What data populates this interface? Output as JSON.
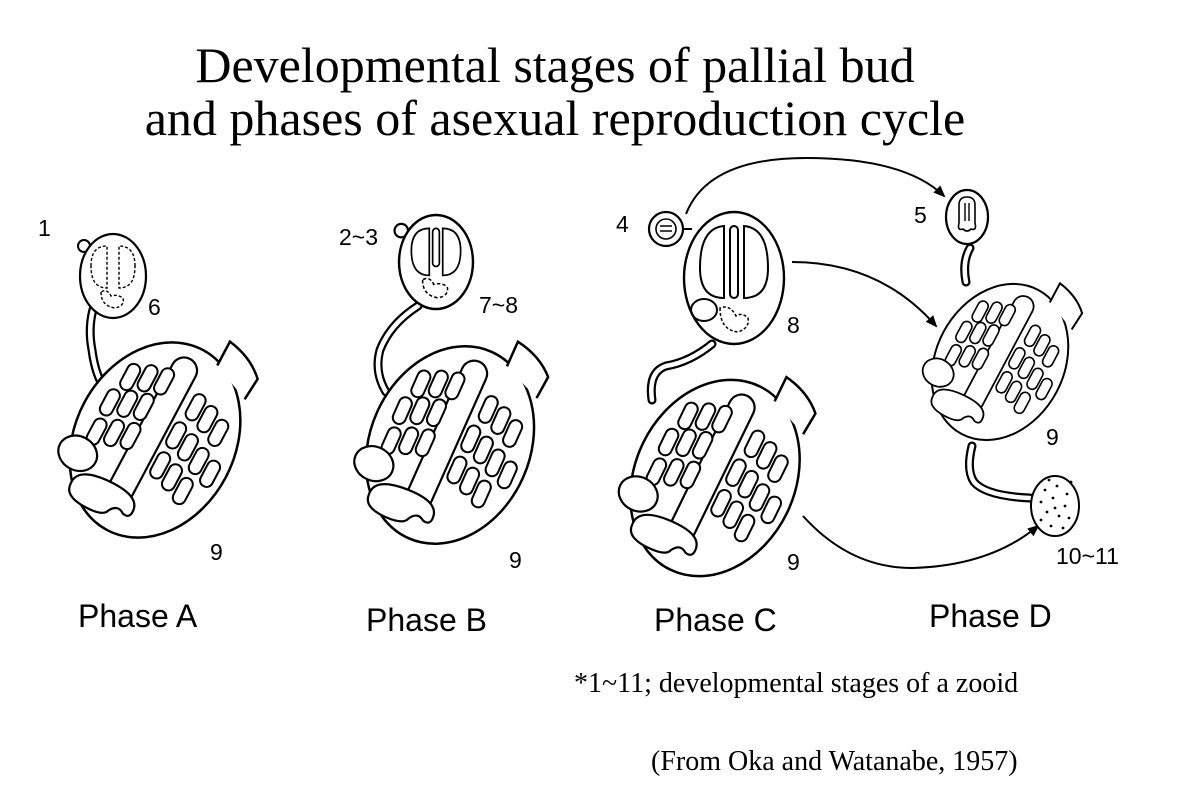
{
  "title": {
    "line1": "Developmental stages of pallial bud",
    "line2": "and phases of asexual reproduction cycle"
  },
  "phases": [
    {
      "label": "Phase A",
      "bud_stage": "1",
      "middle_stage": "6",
      "parent_stage": "9"
    },
    {
      "label": "Phase B",
      "bud_stage": "2~3",
      "middle_stage": "7~8",
      "parent_stage": "9"
    },
    {
      "label": "Phase C",
      "bud_stage": "4",
      "middle_stage": "8",
      "parent_stage": "9"
    },
    {
      "label": "Phase D",
      "bud_stage": "5",
      "middle_stage": "9",
      "parent_stage": "10~11"
    }
  ],
  "footnote": "*1~11; developmental stages of a zooid",
  "source": "(From Oka and Watanabe, 1957)"
}
